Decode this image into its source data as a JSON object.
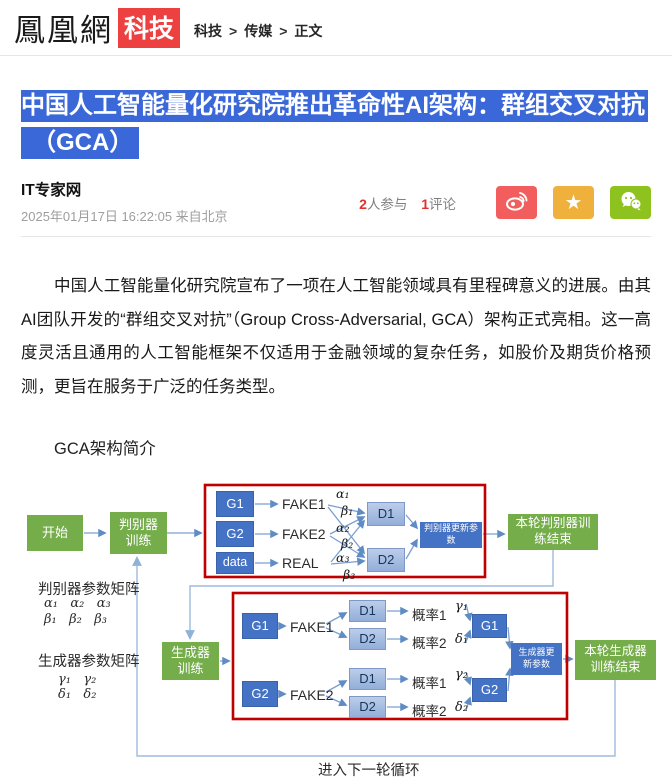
{
  "header": {
    "logo": "鳳凰網",
    "badge": "科技",
    "separator": ">",
    "breadcrumb": [
      "科技",
      "传媒",
      "正文"
    ]
  },
  "article": {
    "title_line1": "中国人工智能量化研究院推出革命性AI架构：群组交叉对抗",
    "title_line2": "（GCA）",
    "source": "IT专家网",
    "dateline": "2025年01月17日 16:22:05 来自北京",
    "participants_count": "2",
    "participants_label": "人参与",
    "comments_count": "1",
    "comments_label": "评论",
    "paragraph": "中国人工智能量化研究院宣布了一项在人工智能领域具有里程碑意义的进展。由其AI团队开发的“群组交叉对抗”（Group Cross-Adversarial, GCA）架构正式亮相。这一高度灵活且通用的人工智能框架不仅适用于金融领域的复杂任务，如股价及期货价格预测，更旨在服务于广泛的任务类型。",
    "section_heading": "GCA架构简介"
  },
  "share": {
    "star_glyph": "★"
  },
  "diagram": {
    "start": "开始",
    "disc_train": "判别器\n训练",
    "disc_matrix_title": "判别器参数矩阵",
    "disc_matrix_row1": "α₁   α₂   α₃",
    "disc_matrix_row2": "β₁   β₂   β₃",
    "gen_matrix_title": "生成器参数矩阵",
    "gen_matrix_row1": "γ₁   γ₂",
    "gen_matrix_row2": "δ₁   δ₂",
    "phase1": {
      "g1": "G1",
      "g2": "G2",
      "data": "data",
      "fake1": "FAKE1",
      "fake2": "FAKE2",
      "real": "REAL",
      "a1": "α₁",
      "b1": "β₁",
      "a2": "α₂",
      "b2": "β₂",
      "a3": "α₃",
      "b3": "β₃",
      "d1": "D1",
      "d2": "D2",
      "update": "判别器更新参\n数",
      "end": "本轮判别器训\n练结束"
    },
    "phase2": {
      "train": "生成器\n训练",
      "g1": "G1",
      "fake1": "FAKE1",
      "d1a": "D1",
      "d2a": "D2",
      "prob1a": "概率1",
      "prob2a": "概率2",
      "gamma1": "γ₁",
      "delta1": "δ₁",
      "g1r": "G1",
      "g2": "G2",
      "fake2": "FAKE2",
      "d1b": "D1",
      "d2b": "D2",
      "prob1b": "概率1",
      "prob2b": "概率2",
      "gamma2": "γ₂",
      "delta2": "δ₂",
      "g2r": "G2",
      "update": "生成器更\n新参数",
      "end": "本轮生成器\n训练结束"
    },
    "loop_label": "进入下一轮循环"
  },
  "colors": {
    "title_highlight": "#3b68d8",
    "badge_red": "#ed4141",
    "stat_number_red": "#e03030",
    "weibo_red": "#f25e5e",
    "star_yellow": "#f0b13c",
    "wechat_green": "#8ec31f",
    "green_box": "#75ad4b",
    "blue_box": "#4472c4",
    "light_blue_box": "#9fb7e2",
    "red_frame": "#c00000"
  }
}
